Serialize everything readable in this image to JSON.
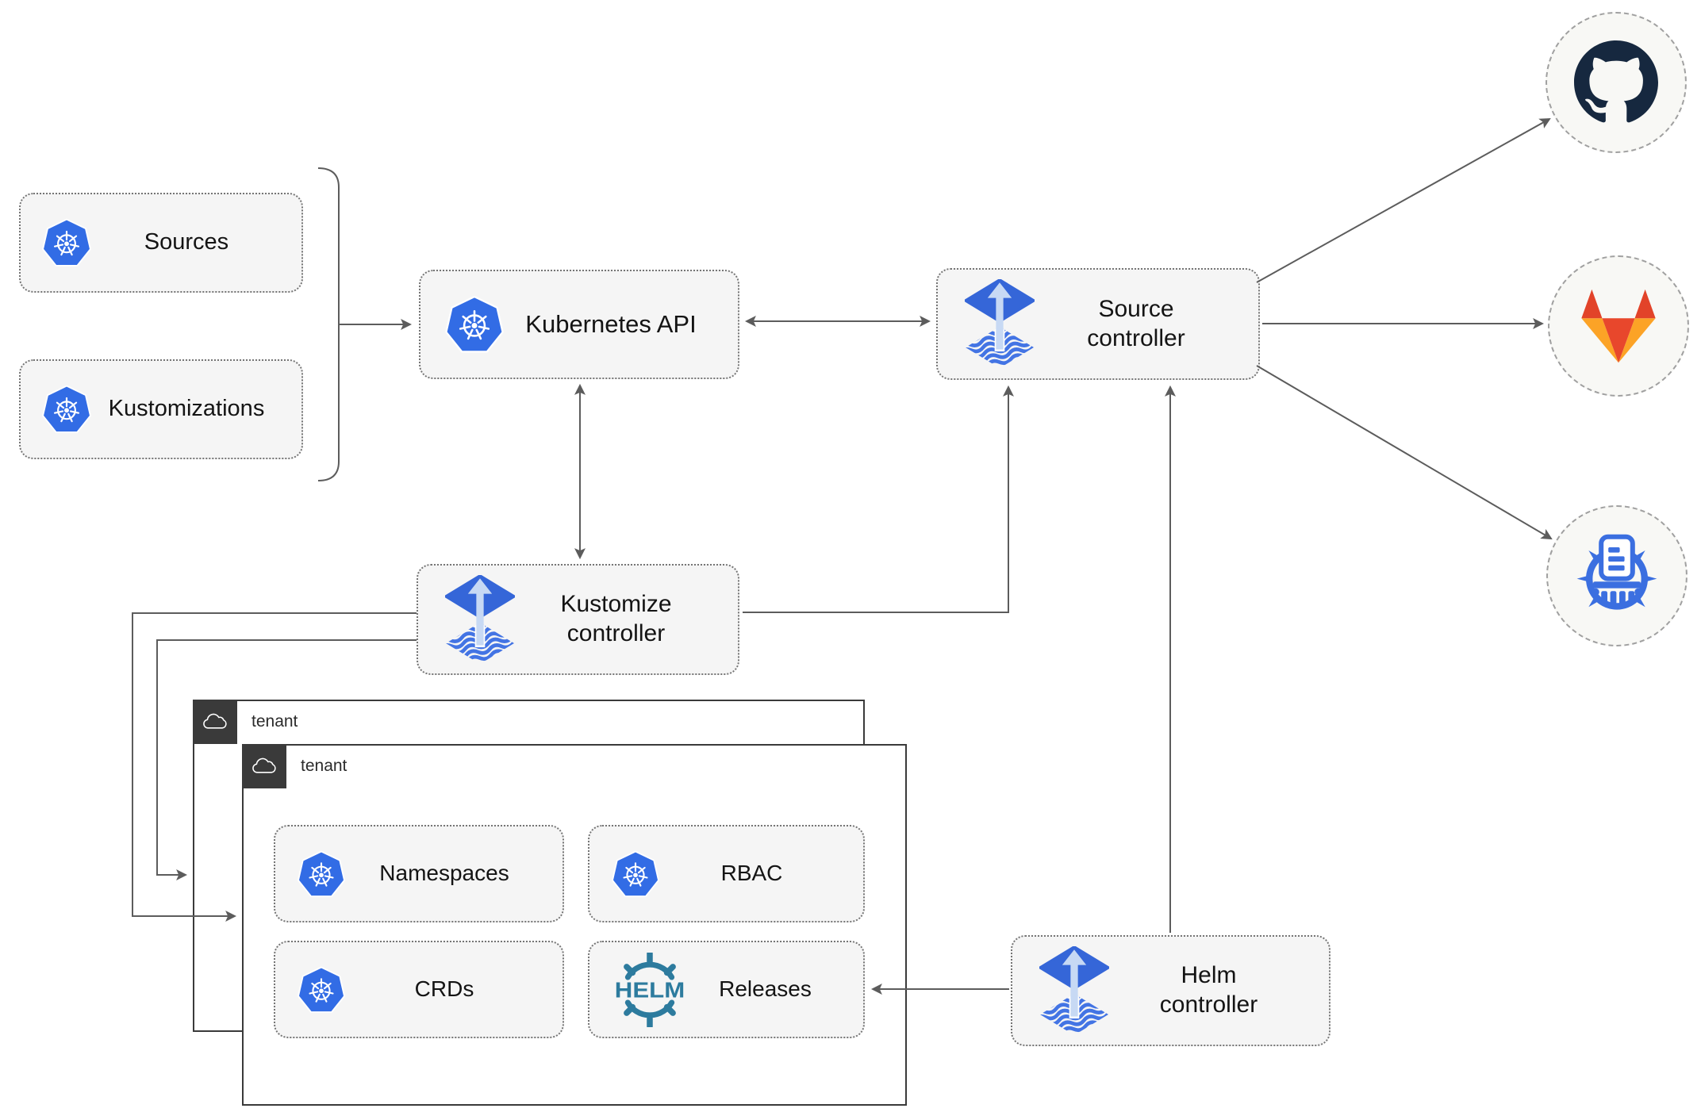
{
  "nodes": {
    "sources": {
      "label": "Sources",
      "icon": "kubernetes-icon"
    },
    "kustomizations": {
      "label": "Kustomizations",
      "icon": "kubernetes-icon"
    },
    "kubernetes_api": {
      "label": "Kubernetes API",
      "icon": "kubernetes-icon"
    },
    "source_controller": {
      "label": "Source controller",
      "icon": "flux-icon"
    },
    "kustomize_controller": {
      "label": "Kustomize controller",
      "icon": "flux-icon"
    },
    "helm_controller": {
      "label": "Helm controller",
      "icon": "flux-icon"
    },
    "tenant_back": {
      "label": "tenant",
      "icon": "cloud-icon"
    },
    "tenant_front": {
      "label": "tenant",
      "icon": "cloud-icon"
    },
    "namespaces": {
      "label": "Namespaces",
      "icon": "kubernetes-icon"
    },
    "rbac": {
      "label": "RBAC",
      "icon": "kubernetes-icon"
    },
    "crds": {
      "label": "CRDs",
      "icon": "kubernetes-icon"
    },
    "releases": {
      "label": "Releases",
      "icon": "helm-icon"
    },
    "github": {
      "icon": "github-icon"
    },
    "gitlab": {
      "icon": "gitlab-icon"
    },
    "chartmuseum": {
      "icon": "chartmuseum-icon"
    }
  },
  "icon_text": {
    "helm_wordmark": "HELM"
  },
  "edges": [
    {
      "from": "sources-and-kustomizations",
      "to": "kubernetes-api",
      "arrows": "end"
    },
    {
      "from": "kubernetes-api",
      "to": "source-controller",
      "arrows": "both"
    },
    {
      "from": "kubernetes-api",
      "to": "kustomize-controller",
      "arrows": "both"
    },
    {
      "from": "kustomize-controller",
      "to": "source-controller",
      "arrows": "end"
    },
    {
      "from": "helm-controller",
      "to": "source-controller",
      "arrows": "end"
    },
    {
      "from": "helm-controller",
      "to": "releases",
      "arrows": "end"
    },
    {
      "from": "kustomize-controller",
      "to": "tenant-front",
      "arrows": "end"
    },
    {
      "from": "kustomize-controller",
      "to": "tenant-back",
      "arrows": "end"
    },
    {
      "from": "source-controller",
      "to": "github",
      "arrows": "end"
    },
    {
      "from": "source-controller",
      "to": "gitlab",
      "arrows": "end"
    },
    {
      "from": "source-controller",
      "to": "chartmuseum",
      "arrows": "end"
    }
  ],
  "colors": {
    "kubernetes_blue": "#326ce5",
    "flux_blue": "#3566d8",
    "flux_arrow_light": "#c7d9f4",
    "helm_teal": "#2d7b9e",
    "github_dark": "#16283f",
    "gitlab_red": "#e24329",
    "gitlab_light": "#fca326",
    "chartmuseum_blue": "#3b6fe0",
    "wire_gray": "#5c5c5c",
    "box_fill": "#f5f5f5",
    "tenant_border": "#3a3a3a"
  }
}
